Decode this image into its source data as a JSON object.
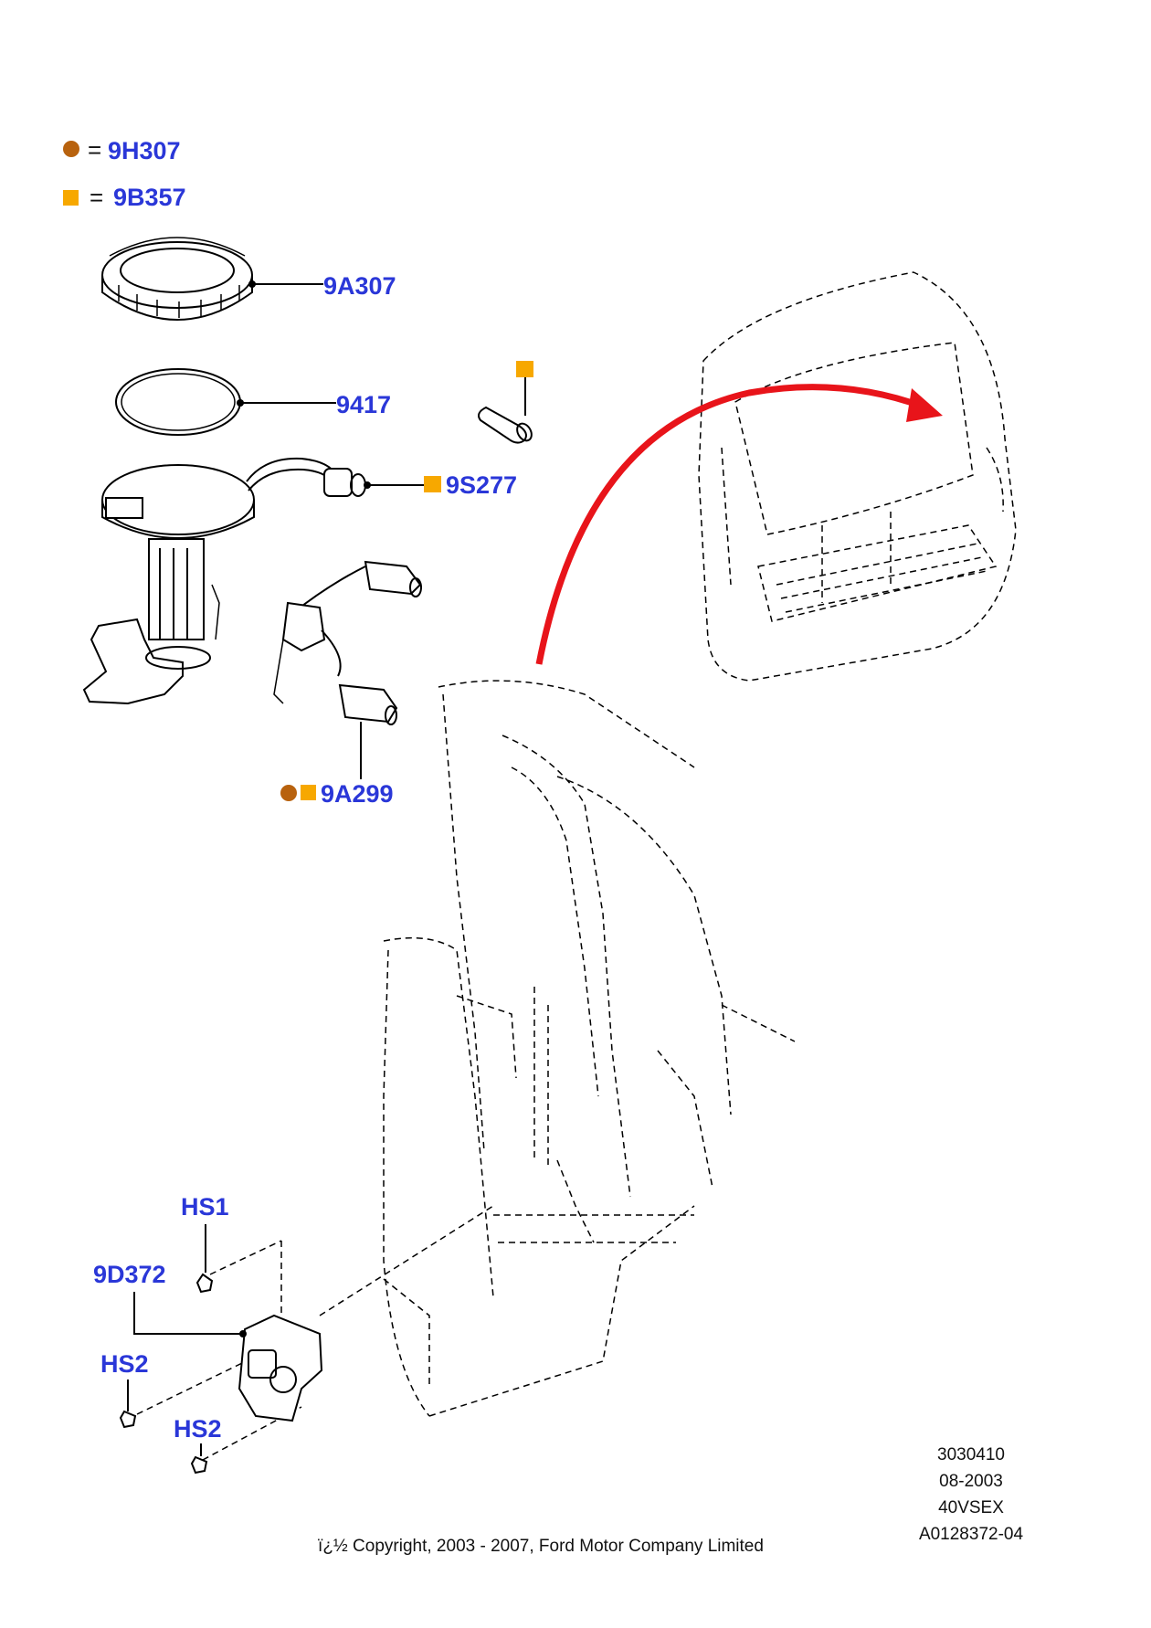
{
  "legend": {
    "items": [
      {
        "symbol": "circle",
        "color": "#b8620e",
        "equals": "=",
        "code": "9H307"
      },
      {
        "symbol": "square",
        "color": "#f7a800",
        "equals": "=",
        "code": "9B357"
      }
    ]
  },
  "callouts": {
    "ring": "9A307",
    "seal": "9417",
    "connector": "9S277",
    "sender": "9A299",
    "inertia_switch": "9D372",
    "hs1": "HS1",
    "hs2_upper": "HS2",
    "hs2_lower": "HS2"
  },
  "footer": {
    "copyright": "ï¿½ Copyright, 2003 - 2007, Ford Motor Company Limited",
    "ref_number": "3030410",
    "date": "08-2003",
    "vehicle_code": "40VSEX",
    "illustration_id": "A0128372-04"
  },
  "colors": {
    "arrow": "#e8141a",
    "label": "#2a37d8",
    "circle_marker": "#b8620e",
    "square_marker": "#f7a800"
  }
}
